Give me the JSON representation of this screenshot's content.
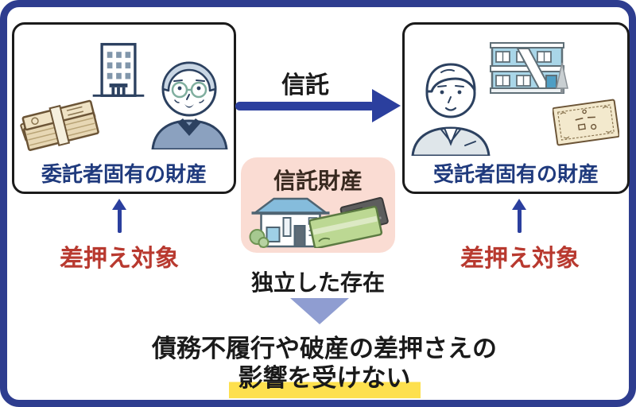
{
  "frame": {
    "bg": "#ffffff",
    "border_color": "#2e3d8f"
  },
  "settlor_box": {
    "label": "委託者固有の財産",
    "label_color": "#1f3a7d",
    "icons": [
      "office-building-icon",
      "cash-bundle-icon",
      "elderly-man-icon"
    ]
  },
  "trustee_box": {
    "label": "受託者固有の財産",
    "label_color": "#1f3a7d",
    "icons": [
      "young-man-icon",
      "apartment-building-icon",
      "stock-certificate-icon"
    ]
  },
  "trust_arrow": {
    "label": "信託",
    "color": "#2b3f9e"
  },
  "trust_property": {
    "title": "信託財産",
    "title_color": "#38291f",
    "bg": "#fadcd3",
    "icons": [
      "house-icon",
      "bankbook-card-icon"
    ]
  },
  "seizure_left": {
    "label": "差押え対象",
    "color": "#b8392f",
    "arrow_color": "#2b3f9e"
  },
  "seizure_right": {
    "label": "差押え対象",
    "color": "#b8392f",
    "arrow_color": "#2b3f9e"
  },
  "independence": {
    "label": "独立した存在",
    "color": "#1a1a1a",
    "triangle_color": "#8f9dd1"
  },
  "conclusion": {
    "line1": "債務不履行や破産の差押さえの",
    "line2": "影響を受けない",
    "text_color": "#1a1a1a",
    "highlight_color": "#fde04e"
  }
}
